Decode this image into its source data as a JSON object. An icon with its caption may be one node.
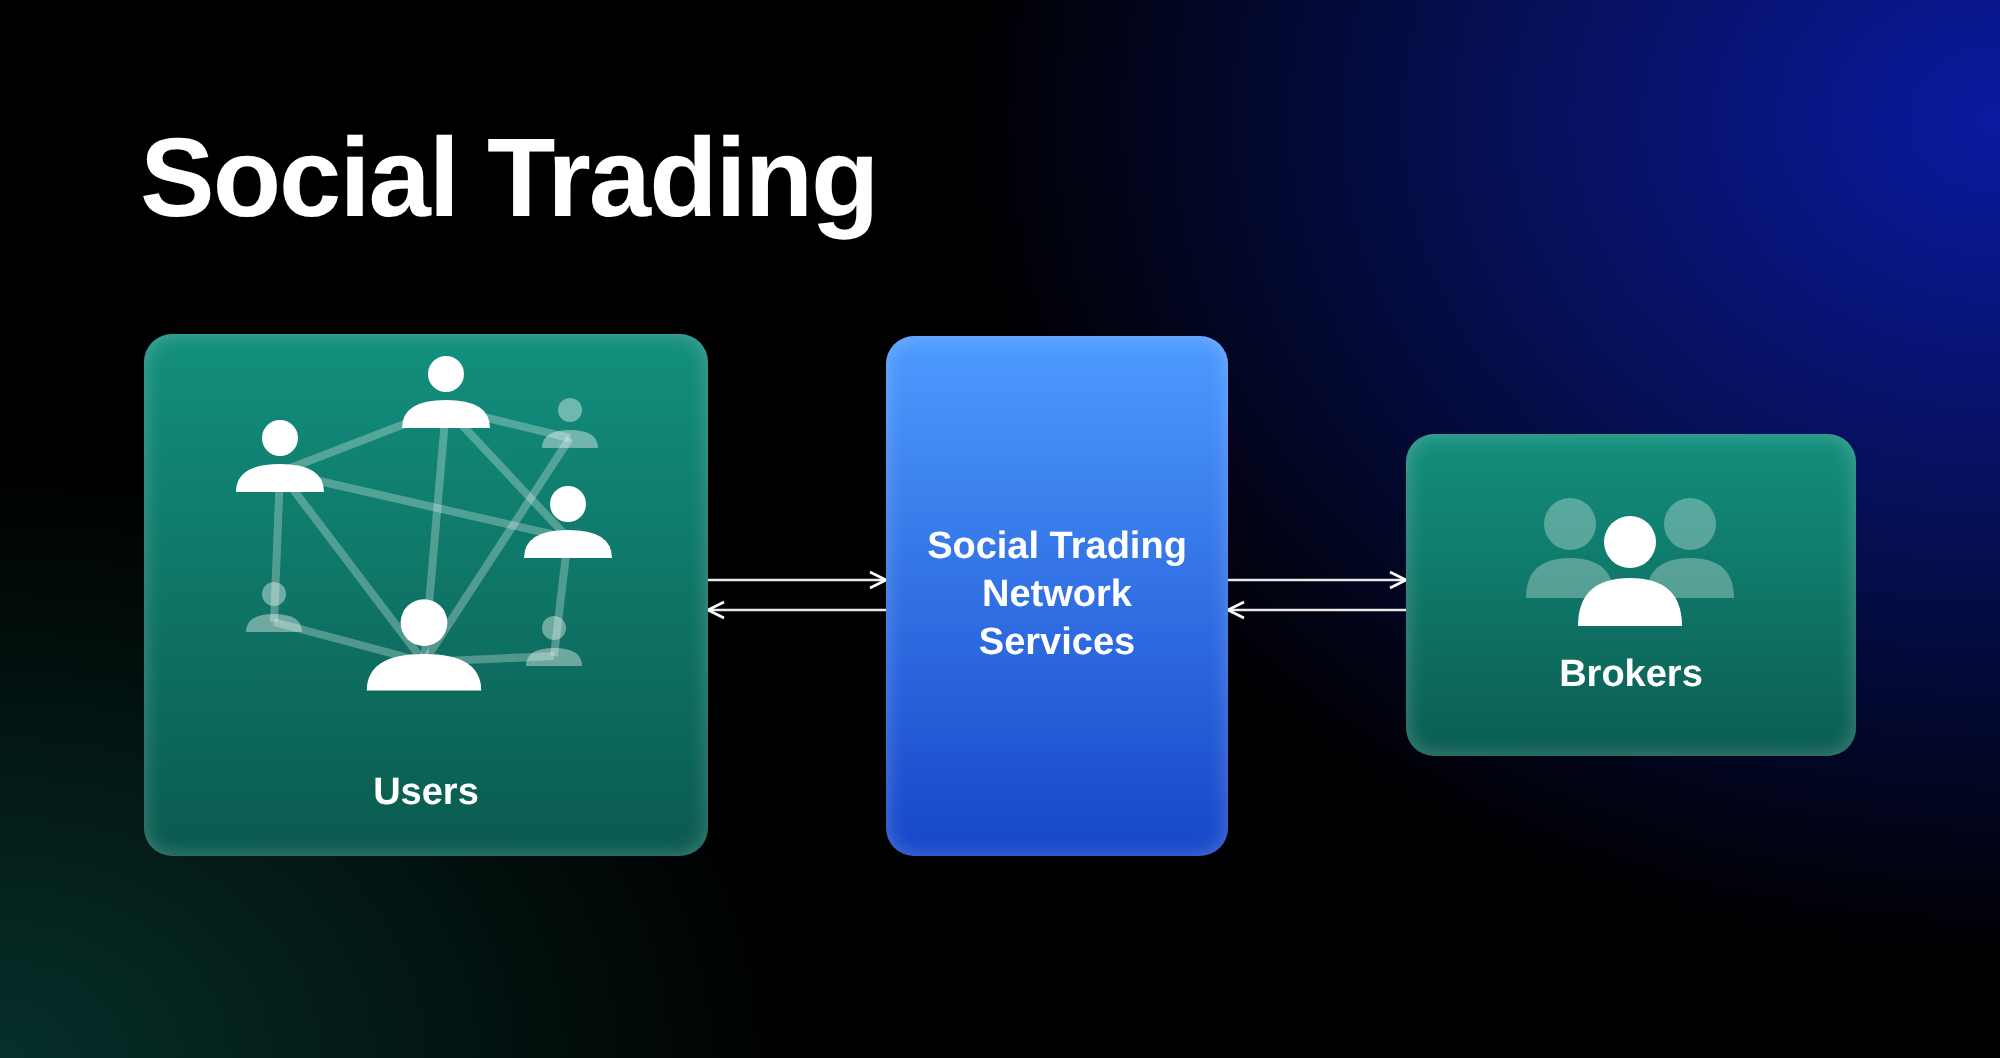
{
  "diagram": {
    "title": "Social Trading",
    "nodes": [
      {
        "text": [
          "Users"
        ]
      },
      {
        "text": [
          "Social Trading Network Services"
        ]
      },
      {
        "text": [
          "Brokers"
        ]
      }
    ],
    "edges": [
      {
        "from": 0,
        "to": 1,
        "arrow": "to"
      },
      {
        "from": 1,
        "to": 0,
        "arrow": "to"
      },
      {
        "from": 1,
        "to": 2,
        "arrow": "to"
      },
      {
        "from": 2,
        "to": 1,
        "arrow": "to"
      }
    ]
  }
}
